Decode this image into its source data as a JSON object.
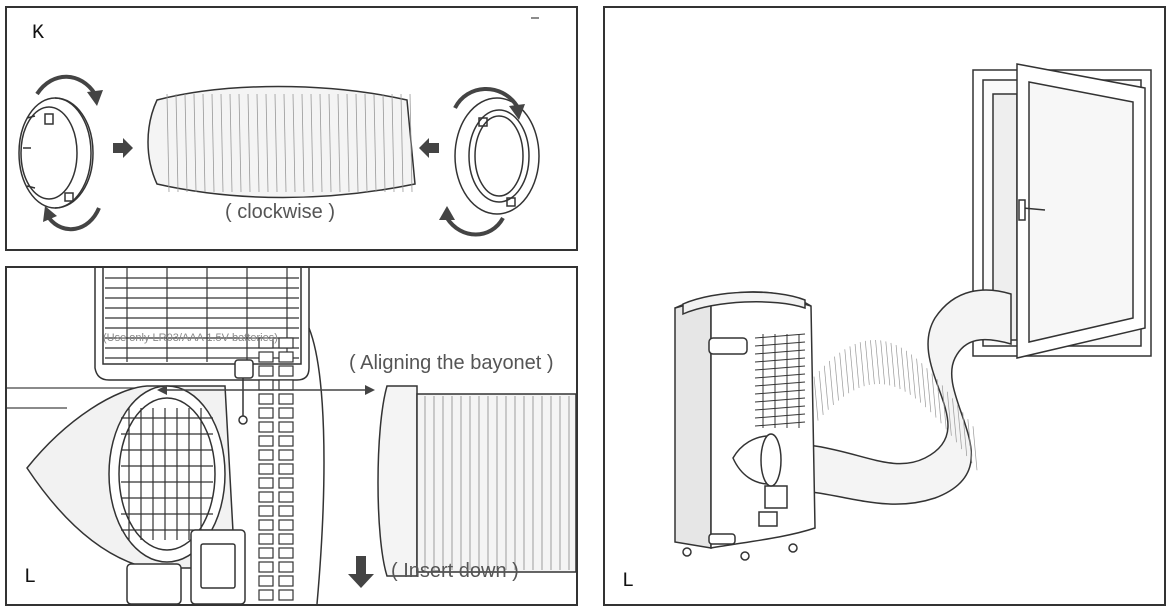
{
  "panels": {
    "k": {
      "letter": "K",
      "caption": "( clockwise )"
    },
    "l_detail": {
      "letter": "L",
      "align_caption": "( Aligning the bayonet )",
      "insert_caption": "( Insert down )",
      "battery_note": "(Use only LR03/AAA 1.5V batteries)"
    },
    "l_install": {
      "letter": "L"
    }
  },
  "colors": {
    "border": "#333333",
    "arrow": "#444444",
    "line": "#333333",
    "caption": "#555555"
  }
}
